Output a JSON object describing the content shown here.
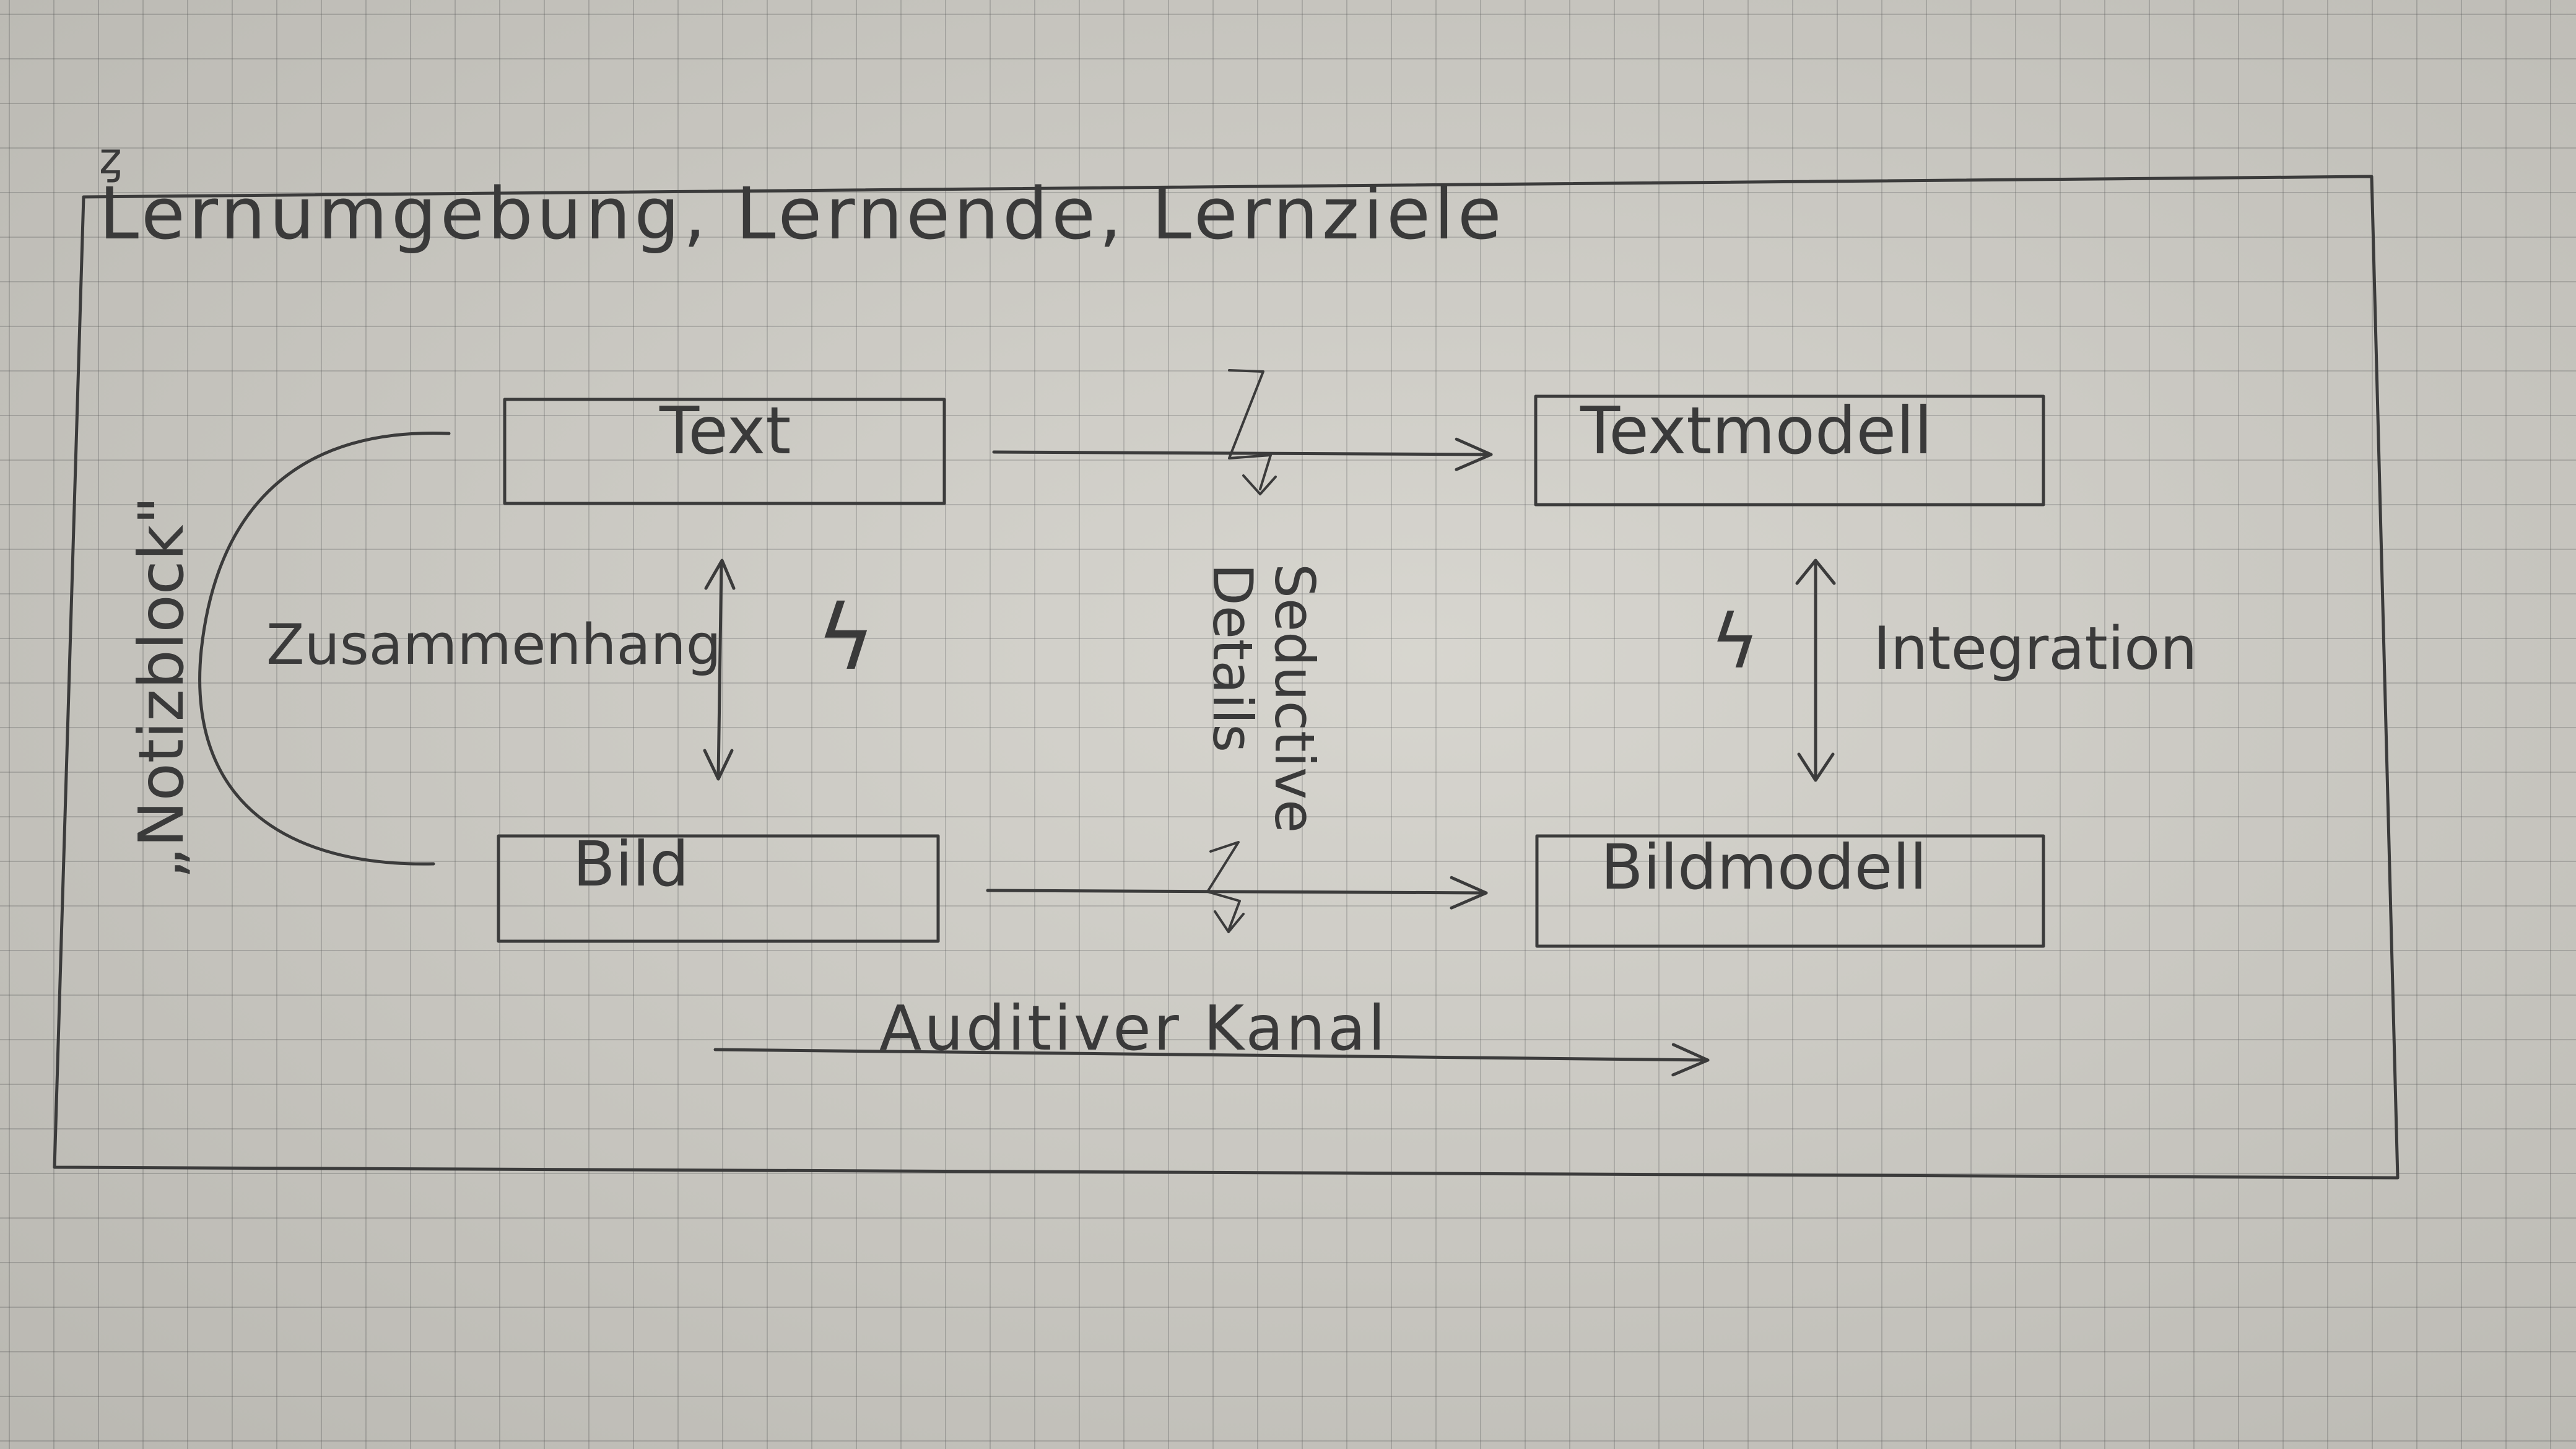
{
  "diagram": {
    "corner_mark": "ȥ",
    "header": "Lernumgebung, Lernende, Lernziele",
    "side_label": "„Notizblock\"",
    "boxes": {
      "text": "Text",
      "bild": "Bild",
      "textmodell": "Textmodell",
      "bildmodell": "Bildmodell"
    },
    "labels": {
      "zusammenhang": "Zusammenhang",
      "integration": "Integration",
      "seductive": "Seductive",
      "details": "Details",
      "auditiver_kanal": "Auditiver Kanal"
    },
    "conflict_symbol": "ϟ"
  }
}
